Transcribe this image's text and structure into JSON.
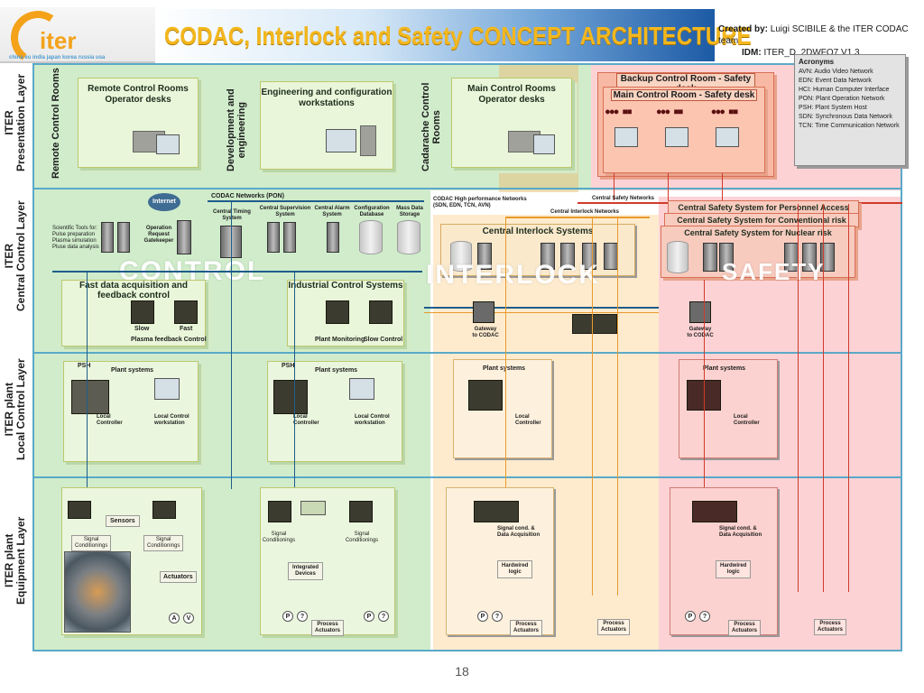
{
  "header": {
    "logo_text": "iter",
    "logo_tagline": "china eu india japan korea russia usa",
    "title": "CODAC, Interlock and Safety  CONCEPT ARCHITECTURE",
    "created_by_label": "Created by:",
    "created_by_value": "Luigi SCIBILE & the ITER CODAC team",
    "idm_label": "IDM:",
    "idm_value": "ITER_D_2DWFQ7 V1.3"
  },
  "layers": {
    "presentation": [
      "ITER",
      "Presentation Layer"
    ],
    "central": [
      "ITER",
      "Central Control Layer"
    ],
    "local": [
      "ITER plant",
      "Local Control Layer"
    ],
    "equipment": [
      "ITER plant",
      "Equipment Layer"
    ]
  },
  "presentation": {
    "remote_control_rooms_vertical": "Remote Control Rooms",
    "remote_title": [
      "Remote Control Rooms",
      "Operator desks"
    ],
    "dev_eng_vertical": [
      "Development and",
      "engineering"
    ],
    "eng_config_title": [
      "Engineering  and configuration",
      "workstations"
    ],
    "cadarache_vertical": [
      "Cadarache Control",
      "Rooms"
    ],
    "main_ops_title": [
      "Main Control Rooms",
      "Operator desks"
    ],
    "backup_safety_title": "Backup Control Room - Safety desk",
    "main_safety_title": "Main Control Room - Safety desk"
  },
  "acronyms": {
    "heading": "Acronyms",
    "items": [
      "AVN: Audio Video Network",
      "EDN: Event Data Network",
      "HCI: Human Computer Interface",
      "PON: Plant Operation Network",
      "PSH: Plant System Host",
      "SDN: Synchronous Data Network",
      "TCN: Time Communication Network"
    ]
  },
  "central": {
    "codac_networks": "CODAC Networks (PON)",
    "internet": "Internet",
    "scientific_tools": [
      "Scientific Tools for:",
      "Pulse preparation",
      "Plasma simulation",
      "Pluse data analysis"
    ],
    "operation_request": [
      "Operation",
      "Request",
      "Gatekeeper"
    ],
    "central_timing": [
      "Central Timing",
      "System"
    ],
    "central_supervision": [
      "Central Supervision",
      "System"
    ],
    "central_alarm": [
      "Central Alarm",
      "System"
    ],
    "config_db": [
      "Configuration",
      "Database"
    ],
    "mass_data": [
      "Mass Data",
      "Storage"
    ],
    "hp_networks": [
      "CODAC High performance Networks",
      "(SDN, EDN, TCN, AVN)"
    ],
    "central_interlock_networks": "Central Interlock Networks",
    "central_safety_networks": "Central Safety Networks",
    "central_interlock_systems": "Central Interlock Systems",
    "safety_personnel": "Central Safety System for Personnel Access",
    "safety_conventional": "Central Safety System for Conventional risk",
    "safety_nuclear": "Central Safety System for Nuclear risk",
    "fast_daq": "Fast data acquisition and feedback control",
    "slow": "Slow",
    "fast": "Fast",
    "plasma_feedback": "Plasma feedback Control",
    "industrial": "Industrial Control Systems",
    "plant_monitoring": "Plant Monitoring",
    "slow_control": "Slow Control",
    "gateway_codac": [
      "Gateway",
      "to CODAC"
    ],
    "gateway_codac_2": [
      "Gateway",
      "to CODAC"
    ]
  },
  "overlay": {
    "control": "CONTROL",
    "interlock": "INTERLOCK",
    "safety": "SAFETY"
  },
  "local": {
    "psh": "PSH",
    "plant_systems": "Plant systems",
    "local_controller": [
      "Local",
      "Controller"
    ],
    "local_workstation": [
      "Local Control",
      "workstation"
    ]
  },
  "equipment": {
    "sensors": "Sensors",
    "signal_cond": [
      "Signal",
      "Conditionings"
    ],
    "actuators": "Actuators",
    "integrated_devices": [
      "Integrated",
      "Devices"
    ],
    "process_actuators": [
      "Process",
      "Actuators"
    ],
    "signal_daq": [
      "Signal cond. &",
      "Data Acquisition"
    ],
    "hardwired": [
      "Hardwired",
      "logic"
    ],
    "p": "P",
    "q": "?",
    "a": "A",
    "v": "V"
  },
  "page_number": "18",
  "colors": {
    "frame": "#5aa9c8",
    "green_zone": "#aadca0",
    "orange_zone": "#fde1b4",
    "red_zone": "#fab4b9",
    "iter_orange": "#f3a21a",
    "network_blue": "#1f5c8a",
    "interlock_orange": "#e89a2c",
    "safety_red": "#d03a2b"
  }
}
